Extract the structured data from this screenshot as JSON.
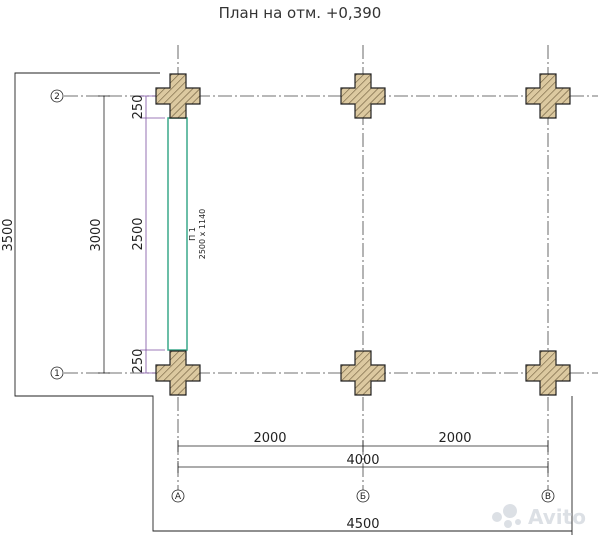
{
  "title": "План на отм. +0,390",
  "axes": {
    "rows": [
      "2",
      "1"
    ],
    "columns": [
      "А",
      "Б",
      "В"
    ]
  },
  "dimensions": {
    "total_height": "3500",
    "axis_span_vertical": "3000",
    "seg_top": "250",
    "seg_mid": "2500",
    "seg_bottom": "250",
    "span_ab": "2000",
    "span_bv": "2000",
    "axis_span_horizontal": "4000",
    "total_width": "4500"
  },
  "element": {
    "mark": "П 1",
    "size": "2500 х 1140"
  },
  "watermark": "Avito",
  "colors": {
    "post_fill": "#dcc9a0",
    "post_stroke": "#222222",
    "beam_stroke": "#3aa88a",
    "dim_purple": "#7b4fa0",
    "line": "#222222"
  }
}
